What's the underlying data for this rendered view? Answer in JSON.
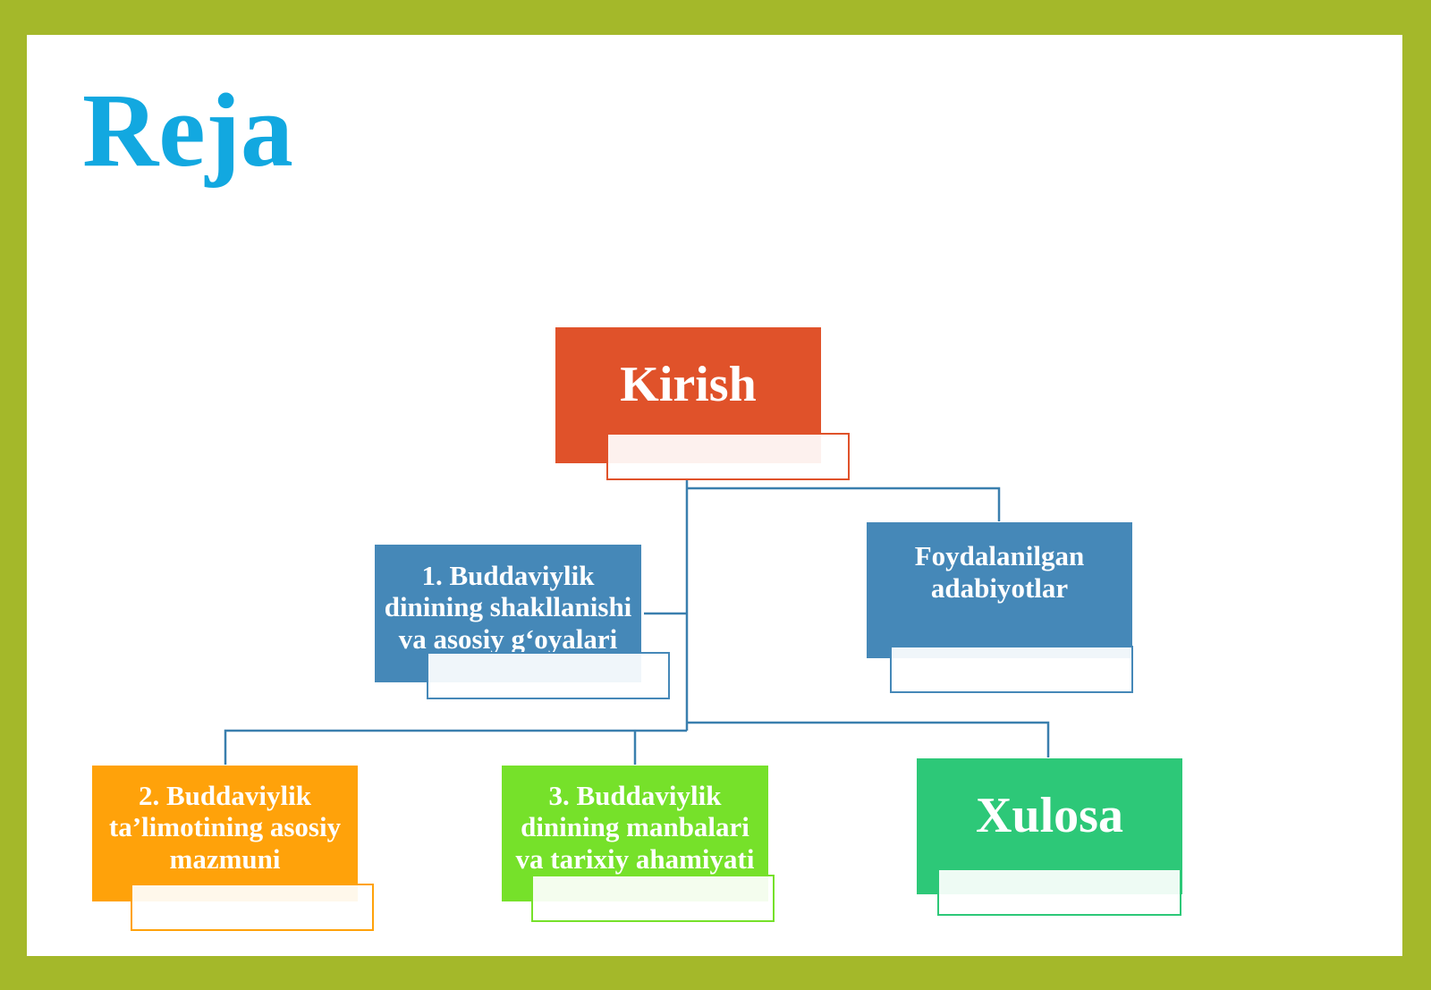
{
  "slide": {
    "title": "Reja",
    "colors": {
      "frame": "#a4b82a",
      "title": "#12a8e0",
      "intro": "#e0522a",
      "blue": "#4588b8",
      "orange": "#ffa20a",
      "lime": "#76e12a",
      "green": "#2dc878",
      "connector": "#3a7fae"
    }
  },
  "diagram": {
    "root": {
      "label": "Kirish"
    },
    "nodes": {
      "item1": {
        "label": "1. Buddaviylik dinining shakllanishi va asosiy g‘oyalari"
      },
      "references": {
        "label": "Foydalanilgan adabiyotlar"
      },
      "item2": {
        "label": "2. Buddaviylik ta’limotining asosiy mazmuni"
      },
      "item3": {
        "label": "3. Buddaviylik dinining manbalari va tarixiy ahamiyati"
      },
      "conclusion": {
        "label": "Xulosa"
      }
    }
  }
}
